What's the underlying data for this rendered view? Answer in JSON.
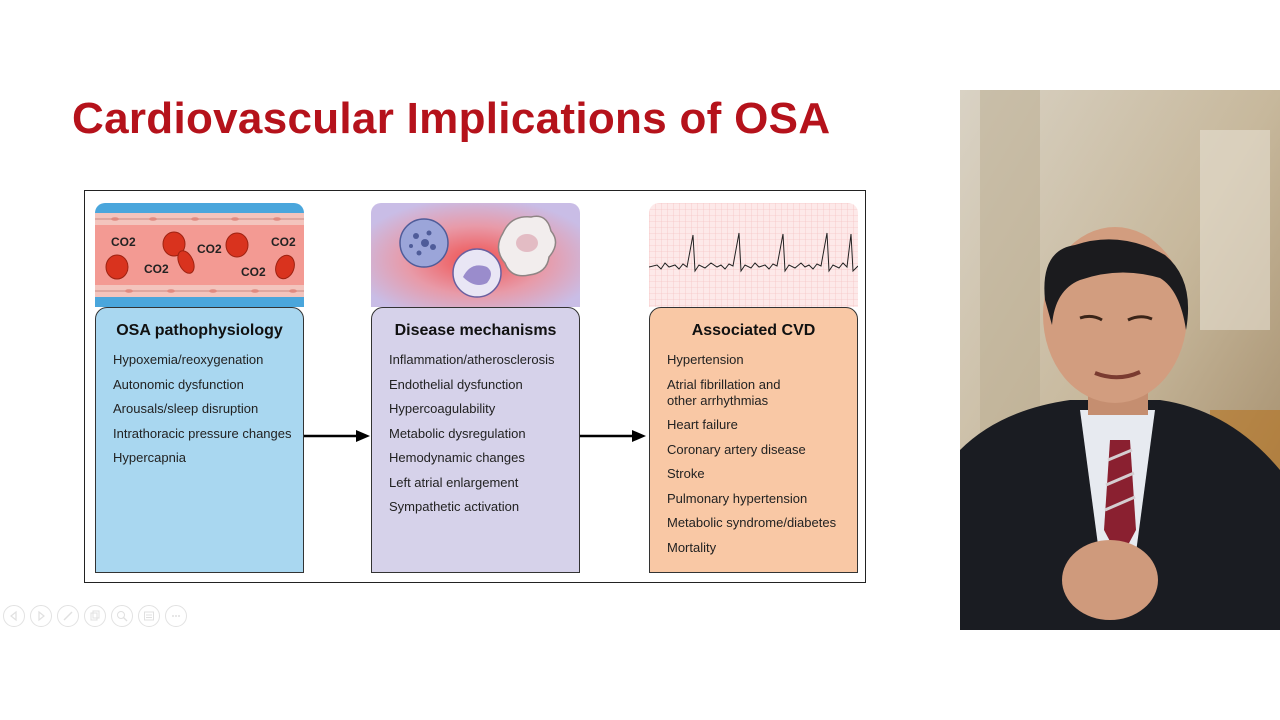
{
  "slide": {
    "title": "Cardiovascular Implications of OSA"
  },
  "figure": {
    "vessel_labels": [
      "CO2",
      "CO2",
      "CO2",
      "CO2",
      "CO2"
    ],
    "panels": [
      {
        "heading": "OSA pathophysiology",
        "items": [
          "Hypoxemia/reoxygenation",
          "Autonomic dysfunction",
          "Arousals/sleep disruption",
          "Intrathoracic pressure changes",
          "Hypercapnia"
        ]
      },
      {
        "heading": "Disease mechanisms",
        "items": [
          "Inflammation/atherosclerosis",
          "Endothelial dysfunction",
          "Hypercoagulability",
          "Metabolic dysregulation",
          "Hemodynamic changes",
          "Left atrial enlargement",
          "Sympathetic activation"
        ]
      },
      {
        "heading": "Associated CVD",
        "items": [
          "Hypertension",
          "Atrial fibrillation and\nother arrhythmias",
          "Heart failure",
          "Coronary artery disease",
          "Stroke",
          "Pulmonary hypertension",
          "Metabolic syndrome/diabetes",
          "Mortality"
        ]
      }
    ]
  },
  "toolbar": {
    "buttons": [
      "previous-slide-icon",
      "next-slide-icon",
      "pen-icon",
      "copy-icon",
      "zoom-icon",
      "menu-icon",
      "more-icon"
    ]
  },
  "colors": {
    "title": "#b5121b",
    "panel1": "#a9d7f0",
    "panel2": "#d6d2ea",
    "panel3": "#f9c8a5"
  }
}
